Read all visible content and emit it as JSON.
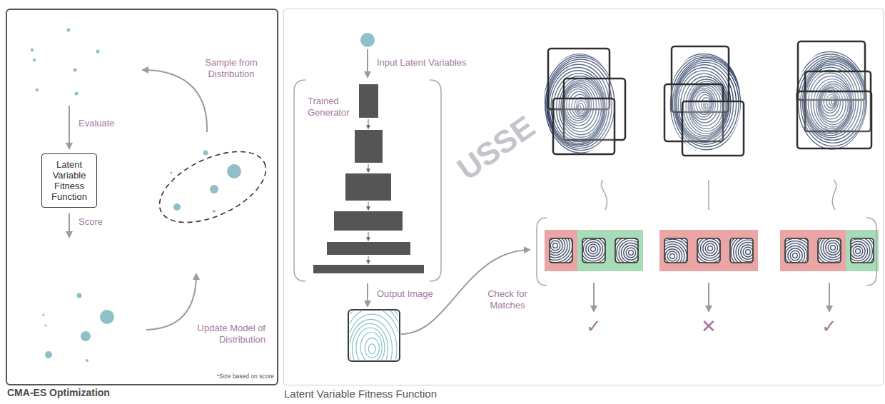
{
  "diagram": {
    "nodes": [
      {
        "text": [
          "CMA-ES Optimization"
        ]
      },
      {
        "text": [
          "Latent Variable Fitness Function"
        ],
        "in": 0
      },
      {
        "text": [
          "Latent Variable Fitness Function"
        ]
      }
    ],
    "labels": [
      "Sample from Distribution",
      "Evaluate",
      "Score",
      "Update Model of Distribution",
      "*Size based on score",
      "Input Latent Variables",
      "Trained Generator",
      "Output Image",
      "Check for Matches",
      "✓",
      "✕",
      "✓",
      "USSE"
    ]
  }
}
